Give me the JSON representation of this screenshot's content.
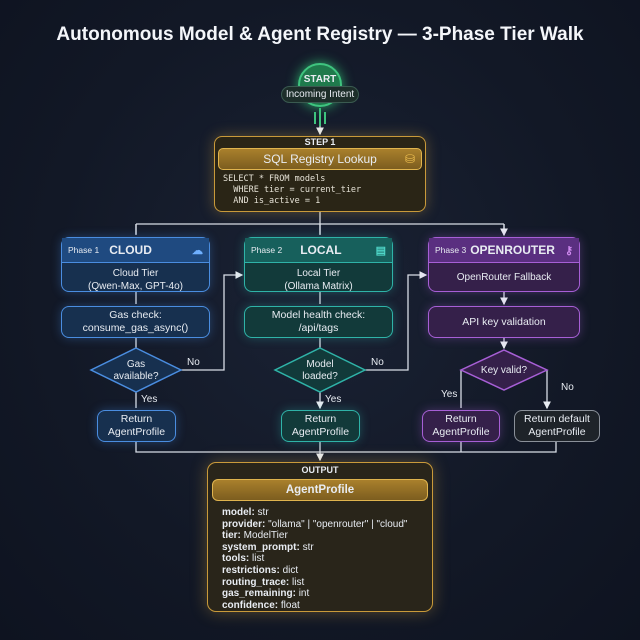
{
  "title": "Autonomous Model & Agent Registry — 3-Phase Tier Walk",
  "start": {
    "label": "START",
    "sub": "Incoming Intent"
  },
  "step1": {
    "label": "STEP 1",
    "title": "SQL Registry Lookup",
    "icon": "database-icon",
    "code": "SELECT * FROM models\n  WHERE tier = current_tier\n  AND is_active = 1"
  },
  "phases": [
    {
      "num": "Phase 1",
      "name": "CLOUD",
      "icon": "cloud-icon",
      "color": "#4a8de0",
      "tier": "Cloud Tier\n(Qwen-Max, GPT-4o)",
      "check": "Gas check:\nconsume_gas_async()",
      "decision": "Gas\navailable?",
      "yes": "Yes",
      "no": "No",
      "ret": "Return\nAgentProfile"
    },
    {
      "num": "Phase 2",
      "name": "LOCAL",
      "icon": "server-icon",
      "color": "#2fb3a8",
      "tier": "Local Tier\n(Ollama Matrix)",
      "check": "Model health check:\n/api/tags",
      "decision": "Model\nloaded?",
      "yes": "Yes",
      "no": "No",
      "ret": "Return\nAgentProfile"
    },
    {
      "num": "Phase 3",
      "name": "OPENROUTER",
      "icon": "key-icon",
      "color": "#a75fd6",
      "tier": "OpenRouter Fallback",
      "check": "API key validation",
      "decision": "Key valid?",
      "yes": "Yes",
      "no": "No",
      "ret": "Return\nAgentProfile",
      "default": "Return default\nAgentProfile"
    }
  ],
  "output": {
    "label": "OUTPUT",
    "title": "AgentProfile",
    "fields": [
      {
        "k": "model:",
        "v": " str"
      },
      {
        "k": "provider:",
        "v": " \"ollama\" | \"openrouter\" | \"cloud\""
      },
      {
        "k": "tier:",
        "v": " ModelTier"
      },
      {
        "k": "system_prompt:",
        "v": " str"
      },
      {
        "k": "tools:",
        "v": " list"
      },
      {
        "k": "restrictions:",
        "v": " dict"
      },
      {
        "k": "routing_trace:",
        "v": " list"
      },
      {
        "k": "gas_remaining:",
        "v": " int"
      },
      {
        "k": "confidence:",
        "v": " float"
      }
    ]
  }
}
